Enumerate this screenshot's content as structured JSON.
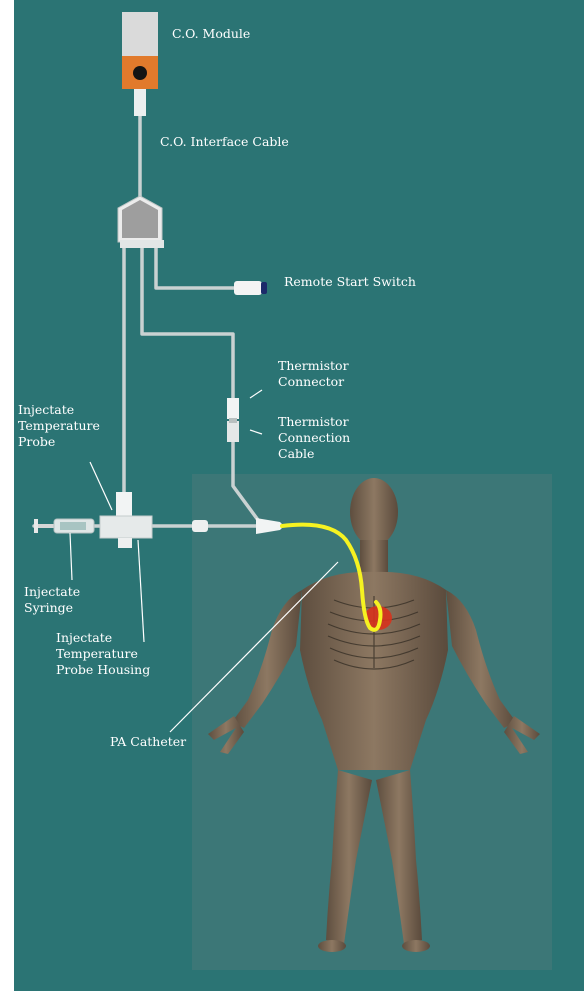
{
  "colors": {
    "background": "#2b7474",
    "patient_panel": "#3c7777",
    "cable": "#c9d2d2",
    "catheter": "#f6f221",
    "module_orange": "#e17a2c",
    "heart": "#d7321c",
    "body_skin": "#8a7560"
  },
  "labels": {
    "co_module": "C.O. Module",
    "co_interface_cable": "C.O. Interface Cable",
    "remote_start_switch": "Remote Start Switch",
    "thermistor_connector": "Thermistor\nConnector",
    "thermistor_connection_cable": "Thermistor\nConnection\nCable",
    "injectate_temperature_probe": "Injectate\nTemperature\nProbe",
    "injectate_syringe": "Injectate\nSyringe",
    "injectate_temperature_probe_housing": "Injectate\nTemperature\nProbe Housing",
    "pa_catheter": "PA Catheter"
  },
  "icons": {
    "module": "co-module-icon",
    "splitter": "cable-splitter-icon",
    "switch": "remote-start-switch-icon",
    "thermistor": "thermistor-connector-icon",
    "syringe": "syringe-icon",
    "probe_housing": "probe-housing-icon",
    "patient": "human-figure-icon",
    "heart": "heart-icon"
  }
}
